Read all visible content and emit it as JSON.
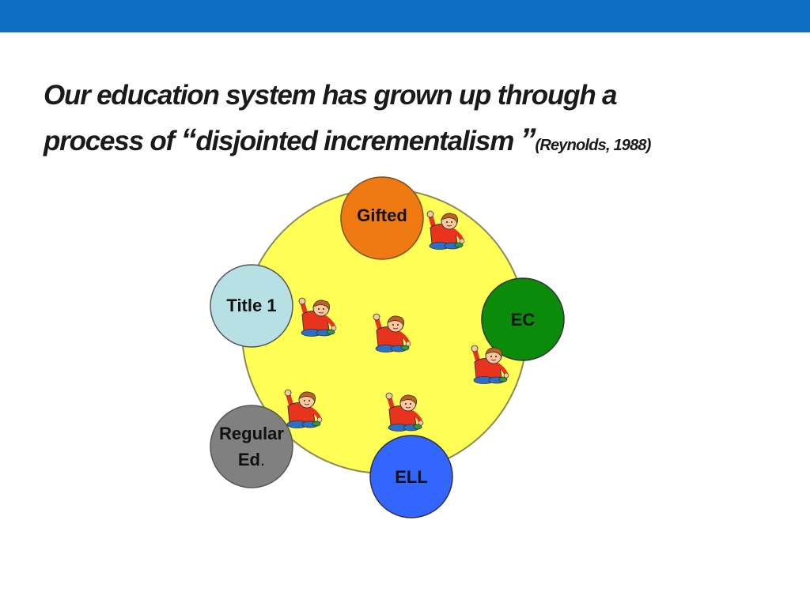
{
  "slide": {
    "title_line1": "Our education system has grown up through a",
    "title_line2_prefix": "process of ",
    "open_quote": "“",
    "title_quoted": "disjointed incrementalism ",
    "close_quote": "”",
    "citation": "(Reynolds, 1988)"
  },
  "diagram": {
    "center_color": "#ffff55",
    "nodes": [
      {
        "label": "Gifted",
        "color": "#ee7a11"
      },
      {
        "label": "Title 1",
        "color": "#b6e0e4"
      },
      {
        "label": "EC",
        "color": "#0a8c0a"
      },
      {
        "label": "Regular",
        "label2": "Ed",
        "label_suffix": ".",
        "color": "#808080"
      },
      {
        "label": "ELL",
        "color": "#3366ff"
      }
    ],
    "student_icon": "student-raising-hand-icon"
  }
}
